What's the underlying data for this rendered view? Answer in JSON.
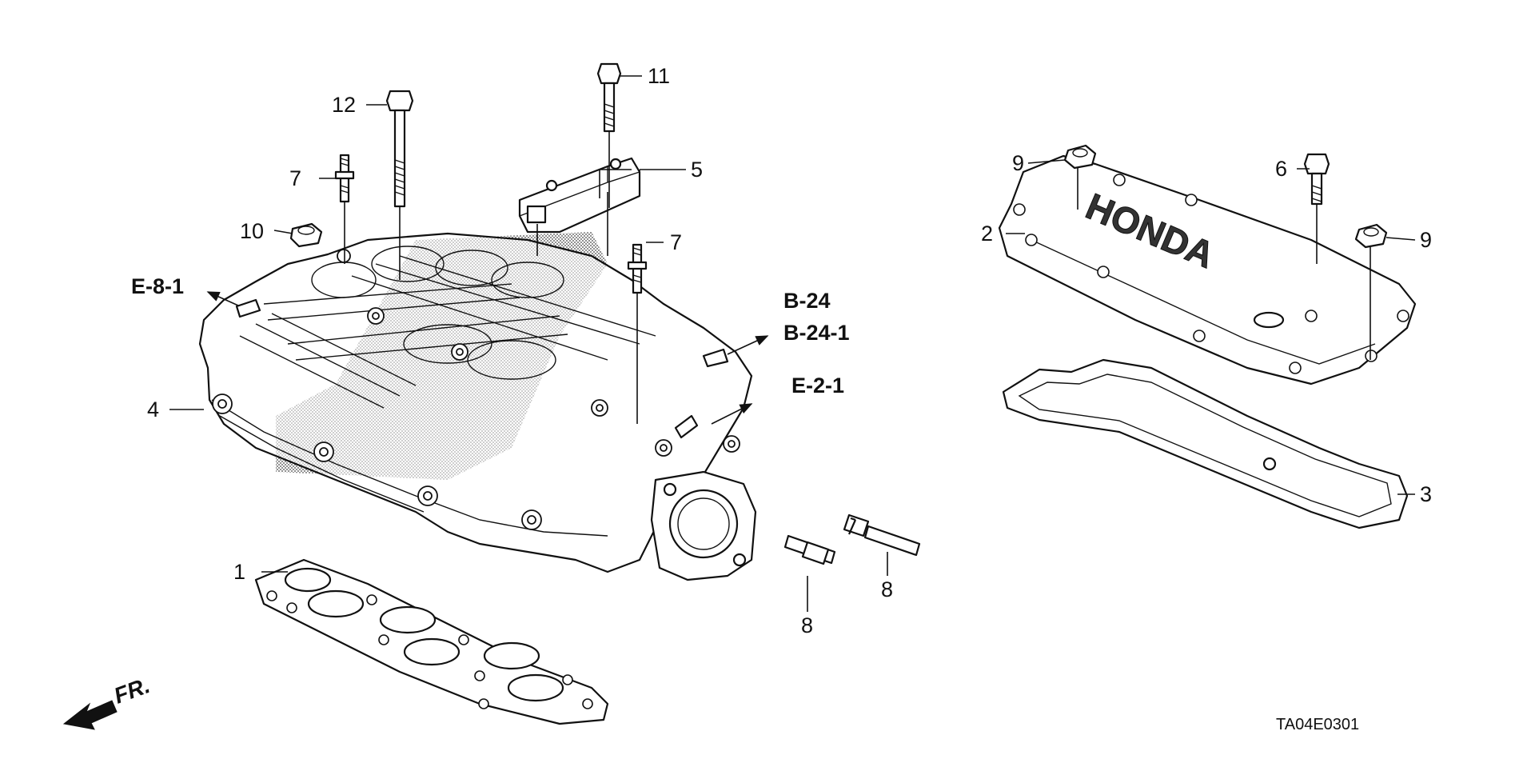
{
  "callouts": {
    "c1": "1",
    "c2": "2",
    "c3": "3",
    "c4": "4",
    "c5": "5",
    "c6": "6",
    "c7a": "7",
    "c7b": "7",
    "c8a": "8",
    "c8b": "8",
    "c9a": "9",
    "c9b": "9",
    "c10": "10",
    "c11": "11",
    "c12": "12"
  },
  "refs": {
    "e81": "E-8-1",
    "b24": "B-24",
    "b241": "B-24-1",
    "e21": "E-2-1"
  },
  "front_label": "FR.",
  "cover_emblem": "HONDA",
  "diagram_code": "TA04E0301"
}
